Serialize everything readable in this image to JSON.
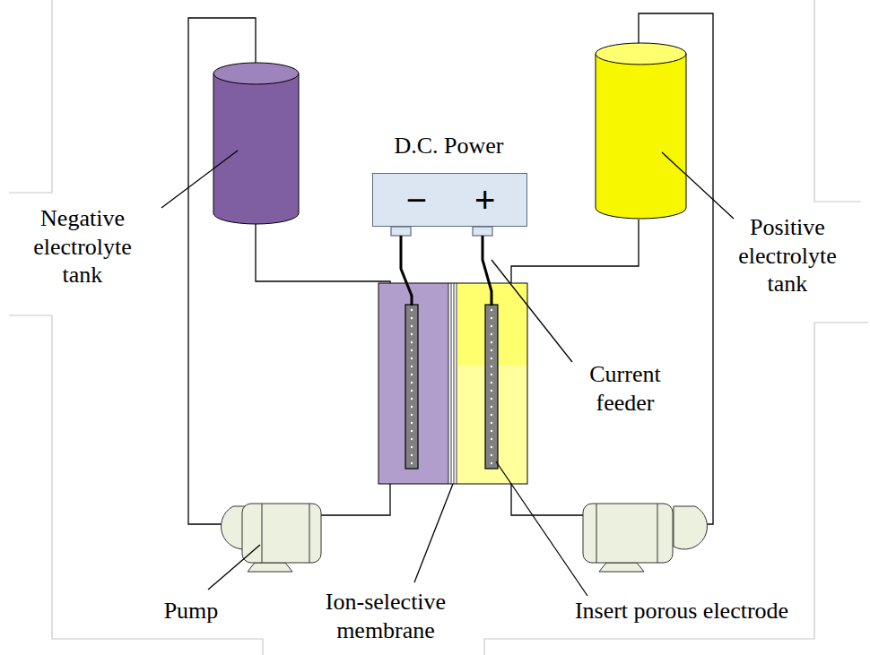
{
  "diagram": {
    "nodes": [
      {
        "text": [
          "D.C. Power",
          "−",
          "+"
        ]
      }
    ],
    "labels": [
      "Negative electrolyte tank",
      "Positive electrolyte tank",
      "Current feeder",
      "Pump",
      "Ion-selective membrane",
      "Insert porous electrode"
    ]
  }
}
